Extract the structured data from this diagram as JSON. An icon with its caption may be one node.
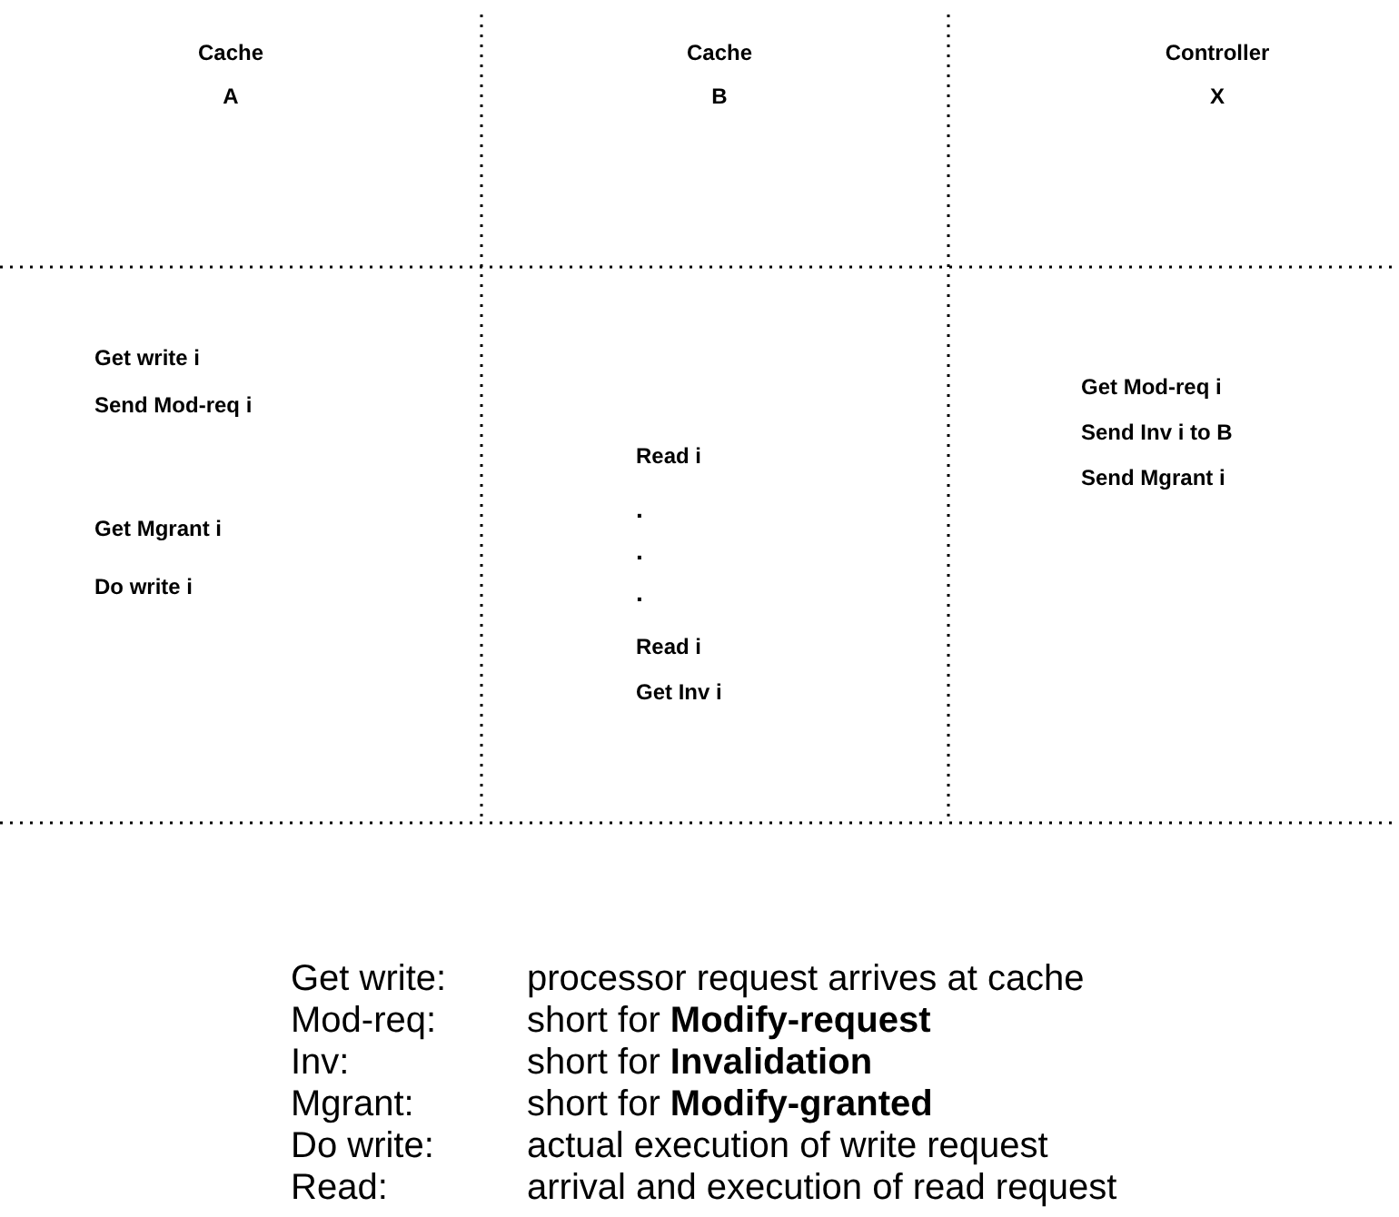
{
  "diagram": {
    "labels": [
      "Cache",
      "A",
      "Cache",
      "B",
      "Controller",
      "X",
      "Get write i",
      "Send Mod-req i",
      "Get Mod-req i",
      "Send Inv i to B",
      "Read i",
      "Send Mgrant i",
      "Get Mgrant i",
      "Do write i",
      ".",
      ".",
      ".",
      "Read i",
      "Get Inv i",
      "Get write:",
      "processor request arrives at cache",
      "Mod-req:",
      "short for **Modify-request**",
      "Inv:",
      "short for **Invalidation**",
      "Mgrant:",
      "short for **Modify-granted**",
      "Do write:",
      "actual execution of write request",
      "Read:",
      "arrival and execution of read request"
    ]
  }
}
